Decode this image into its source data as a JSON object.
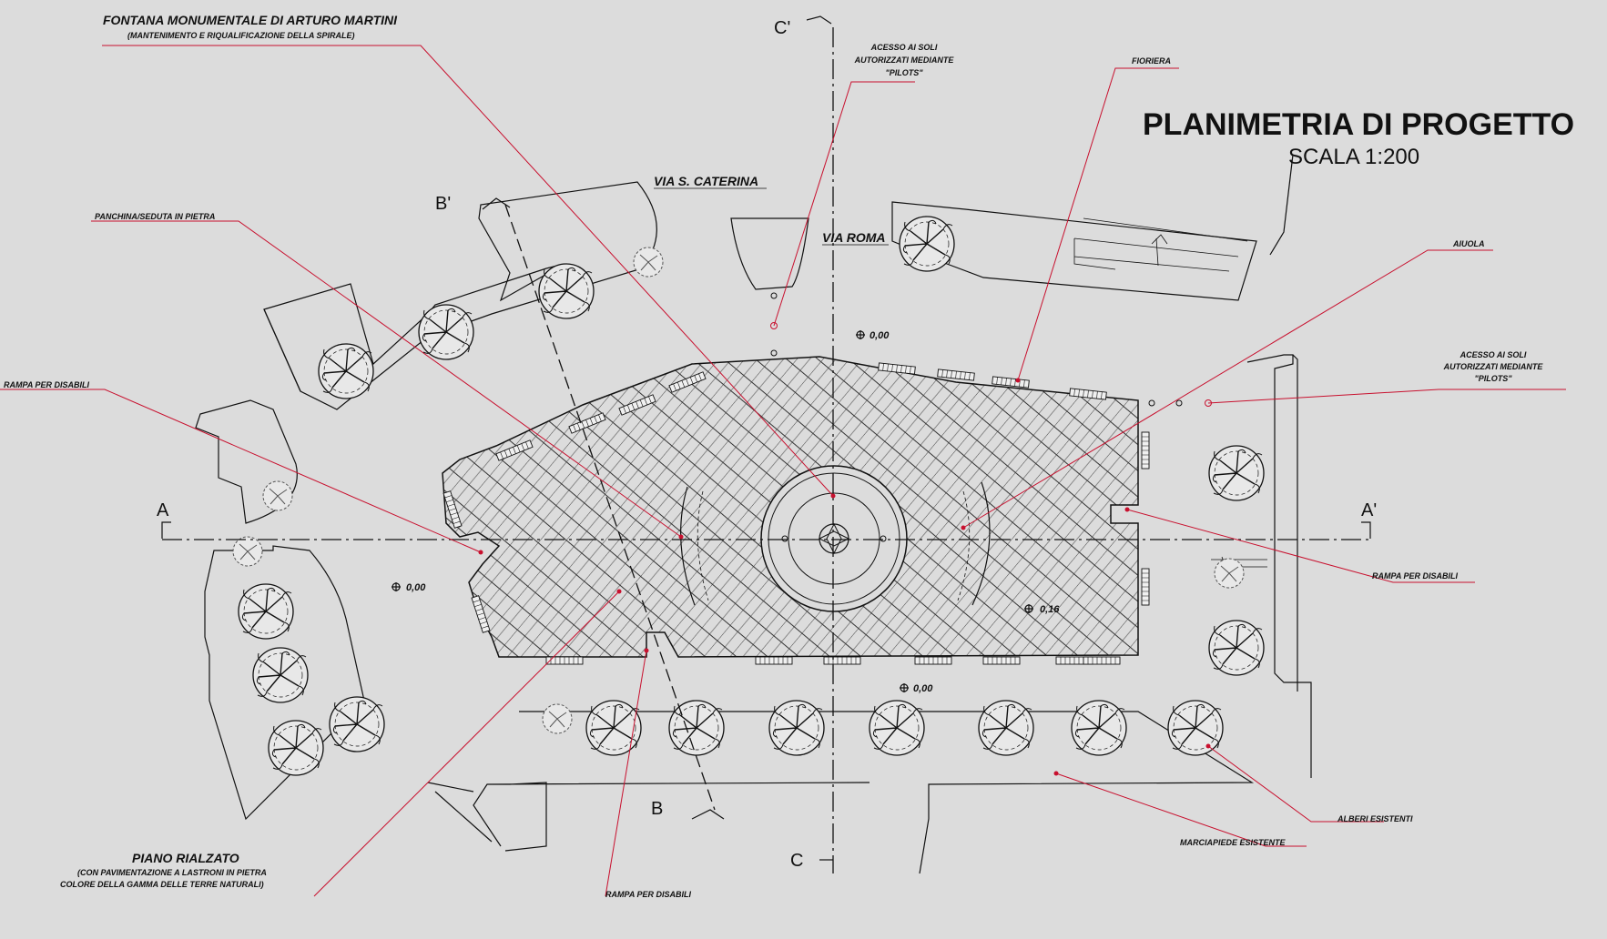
{
  "title": "PLANIMETRIA DI PROGETTO",
  "scale": "SCALA 1:200",
  "streets": {
    "via_s_caterina": "VIA S. CATERINA",
    "via_roma": "VIA ROMA"
  },
  "annotations": {
    "fontana_title": "FONTANA MONUMENTALE DI ARTURO MARTINI",
    "fontana_sub": "(MANTENIMENTO E RIQUALIFICAZIONE DELLA SPIRALE)",
    "acesso_top_1": "ACESSO AI SOLI",
    "acesso_top_2": "AUTORIZZATI MEDIANTE",
    "acesso_top_3": "\"PILOTS\"",
    "fioriera": "FIORIERA",
    "panchina": "PANCHINA/SEDUTA IN PIETRA",
    "aiuola": "AIUOLA",
    "rampa_left": "RAMPA PER DISABILI",
    "acesso_right_1": "ACESSO AI SOLI",
    "acesso_right_2": "AUTORIZZATI MEDIANTE",
    "acesso_right_3": "\"PILOTS\"",
    "rampa_right": "RAMPA PER DISABILI",
    "alberi": "ALBERI ESISTENTI",
    "marciapiede": "MARCIAPIEDE ESISTENTE",
    "piano_title": "PIANO RIALZATO",
    "piano_sub_1": "(CON PAVIMENTAZIONE A LASTRONI IN PIETRA",
    "piano_sub_2": "COLORE DELLA GAMMA DELLE TERRE NATURALI)",
    "rampa_bottom": "RAMPA PER DISABILI"
  },
  "sections": {
    "a": "A",
    "a_prime": "A'",
    "b": "B",
    "b_prime": "B'",
    "c": "C",
    "c_prime": "C'"
  },
  "elevations": {
    "e1": "0,00",
    "e2": "0,00",
    "e3": "0,00",
    "e4": "0,16"
  },
  "colors": {
    "background": "#dcdcdc",
    "lines": "#111111",
    "leaders": "#c8102e"
  }
}
